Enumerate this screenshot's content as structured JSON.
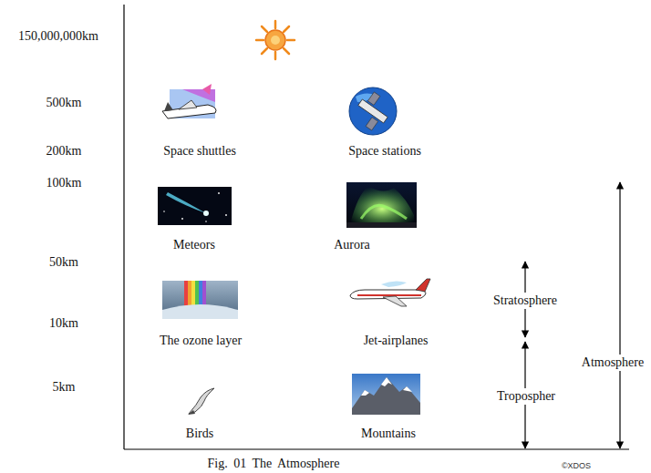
{
  "diagram": {
    "caption": "Fig. 01 The Atmosphere",
    "labels": [
      "150,000,000km",
      "500km",
      "200km",
      "100km",
      "50km",
      "10km",
      "5km",
      "Space shuttles",
      "Space stations",
      "Meteors",
      "Aurora",
      "The ozone layer",
      "Jet-airplanes",
      "Birds",
      "Mountains",
      "Stratosphere",
      "Tropospher",
      "Atmosphere",
      "©XDOS"
    ]
  }
}
